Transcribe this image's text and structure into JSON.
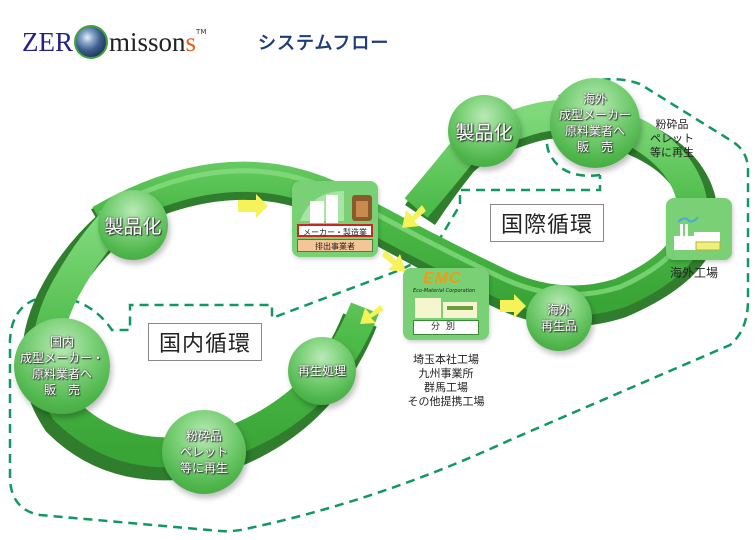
{
  "header": {
    "logo": {
      "part1": "ZER",
      "part2": "misson",
      "part3": "s",
      "tm": "TM"
    },
    "title": "システムフロー"
  },
  "loops": {
    "domestic": "国内循環",
    "international": "国際循環"
  },
  "nodes": {
    "product_left": "製品化",
    "product_top": "製品化",
    "domestic_sale": [
      "国内",
      "成型メーカー・",
      "原料業者へ",
      "販　売"
    ],
    "domestic_recycle": [
      "粉砕品",
      "ペレット",
      "等に再生"
    ],
    "processing": "再生処理",
    "overseas_sale": [
      "海外",
      "成型メーカー",
      "原料業者へ",
      "販　売"
    ],
    "overseas_recycled": [
      "海外",
      "再生品"
    ],
    "overseas_recycle_note": [
      "粉砕品",
      "ペレット",
      "等に再生"
    ],
    "overseas_factory": "海外工場"
  },
  "maker_card": {
    "label": "メーカー・製造業",
    "sublabel": "排出事業者"
  },
  "emc_card": {
    "logo": "EMC",
    "company": "Eco-Material Corporation",
    "label": "分別",
    "sites": [
      "埼玉本社工場",
      "九州事業所",
      "群馬工場",
      "その他提携工場"
    ]
  },
  "colors": {
    "belt": "#45b842",
    "belt_dark": "#2f7d2d",
    "belt_light": "#6fd06a",
    "arrow": "#f5f25a",
    "dash": "#0f9960",
    "title": "#1f3d78",
    "emc_orange": "#f29a12"
  }
}
